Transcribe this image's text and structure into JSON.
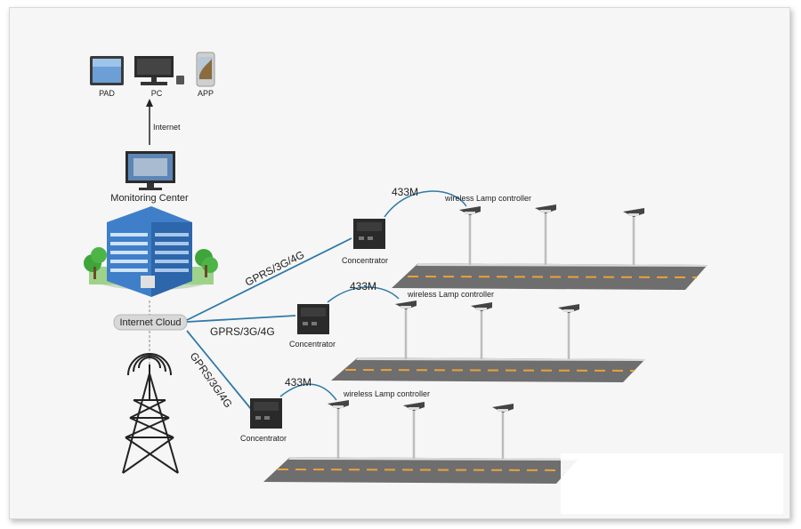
{
  "devices": {
    "pad": "PAD",
    "pc": "PC",
    "app": "APP"
  },
  "internet_label": "Internet",
  "monitoring_center": "Monitoring Center",
  "internet_cloud": "Internet Cloud",
  "links": [
    "GPRS/3G/4G",
    "GPRS/3G/4G",
    "GPRS/3G/4G"
  ],
  "concentrator_label": "Concentrator",
  "wireless_freq": "433M",
  "lamp_controller_label": "wireless Lamp controller",
  "colors": {
    "link_line": "#2f7aa8",
    "building": "#3f7fc9",
    "tree": "#3fa43a",
    "road": "#6e6e6e",
    "road_marking": "#e9a23b",
    "tower": "#222222"
  }
}
